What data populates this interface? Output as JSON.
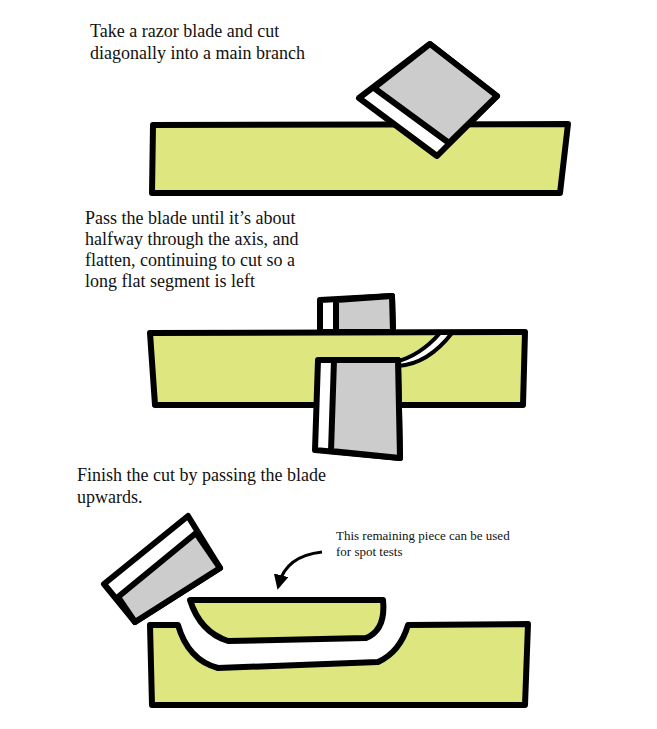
{
  "diagram": {
    "labels": [
      "Take a razor blade and cut diagonally into a main branch",
      "Pass the blade until it’s about halfway through the axis, and flatten, continuing to cut so a long flat segment is left",
      "Finish the cut by passing the blade upwards.",
      "This remaining piece can be used for spot tests"
    ]
  }
}
